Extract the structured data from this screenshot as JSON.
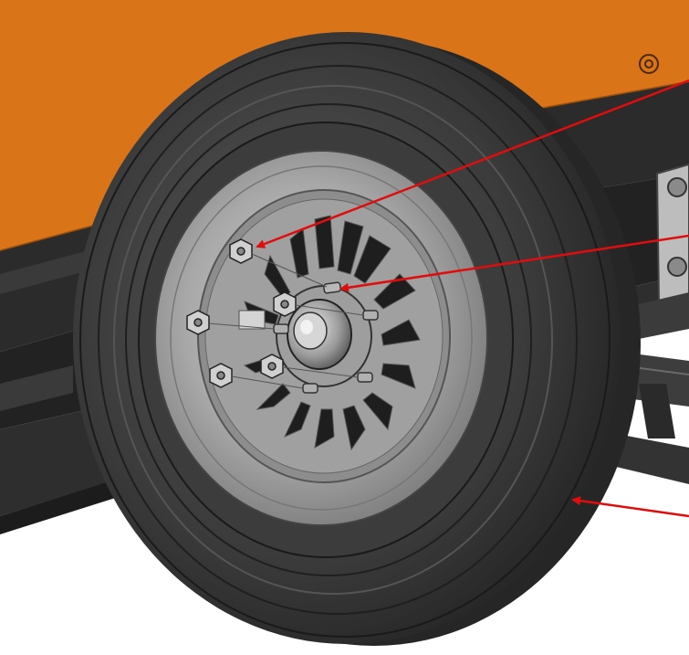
{
  "diagram": {
    "subject": "trailer-wheel-assembly",
    "colors": {
      "body_paint": "#d97418",
      "body_edge": "#9a4e0c",
      "frame": "#2b2b2b",
      "tire_dark": "#2e2e2e",
      "tire_mid": "#4a4a4a",
      "tire_light": "#6b6b6b",
      "rim_light": "#c9c9c9",
      "rim_mid": "#9a9a9a",
      "rim_dark": "#555555",
      "metal_light": "#d8d8d8",
      "background": "#ffffff",
      "callout": "#e10d0d"
    },
    "callouts": [
      {
        "id": "lug-nut",
        "label": ""
      },
      {
        "id": "wheel-stud",
        "label": ""
      },
      {
        "id": "tire",
        "label": ""
      }
    ]
  }
}
